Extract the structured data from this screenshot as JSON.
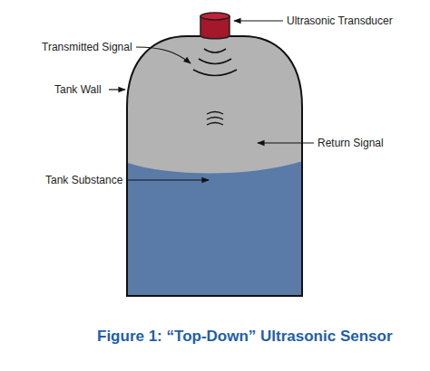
{
  "diagram": {
    "caption": "Figure 1: “Top-Down” Ultrasonic Sensor",
    "labels": [
      "Ultrasonic Transducer",
      "Transmitted Signal",
      "Tank Wall",
      "Return Signal",
      "Tank Substance"
    ]
  }
}
